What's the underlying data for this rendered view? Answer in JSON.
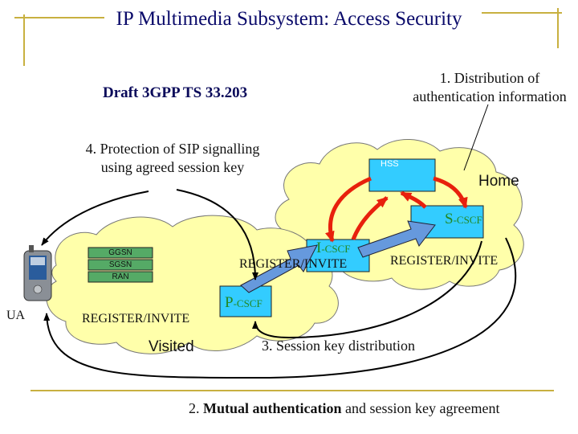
{
  "title": "IP Multimedia Subsystem: Access Security",
  "draft": "Draft 3GPP TS 33.203",
  "distribution": {
    "line1": "1. Distribution of",
    "line2": "authentication information"
  },
  "protection": {
    "line1": "4. Protection of SIP signalling",
    "line2": "using agreed session key"
  },
  "hss": "HSS",
  "home": "Home",
  "s_cscf": {
    "big": "S",
    "small": "-CSCF"
  },
  "i_cscf": {
    "big": "I",
    "small": "-CSCF"
  },
  "p_cscf": {
    "big": "P",
    "small": "-CSCF"
  },
  "register_home": "REGISTER/INVITE",
  "register_i": "REGISTER/INVITE",
  "register_visited": "REGISTER/INVITE",
  "ggsn": "GGSN",
  "sgsn": "SGSN",
  "ran": "RAN",
  "ua": "UA",
  "visited": "Visited",
  "key_dist": "3. Session key distribution",
  "mutual": {
    "prefix": "2. ",
    "bold": "Mutual authentication",
    "rest": " and session key agreement"
  },
  "colors": {
    "cloud": "#ffffaa",
    "box": "#33ccff",
    "arrow_red": "#e8200c",
    "arrow_blue": "#6699dd",
    "gold": "#c8b040"
  }
}
